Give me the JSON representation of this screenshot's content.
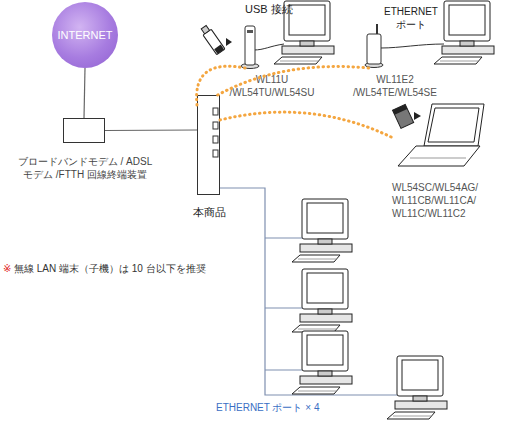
{
  "diagram": {
    "nodes": [
      {
        "text": [
          "INTERNET"
        ]
      },
      {
        "text": [
          "ブロードバンドモデム / ADSL モデム /FTTH 回線終端装置"
        ]
      },
      {
        "text": [
          "本商品"
        ]
      },
      {
        "text": [
          "WL11U /WL54TU/WL54SU"
        ]
      },
      {
        "text": [
          "WL11E2 /WL54TE/WL54SE"
        ]
      },
      {
        "text": [
          "WL54SC/WL54AG/ WL11CB/WL11CA/ WL11C/WL11C2"
        ]
      }
    ],
    "edges": [
      {
        "from": 0,
        "to": 1,
        "arrow": "none"
      },
      {
        "from": 1,
        "to": 2,
        "arrow": "none"
      },
      {
        "from": 2,
        "to": 3,
        "arrow": "none"
      },
      {
        "from": 2,
        "to": 4,
        "arrow": "none"
      },
      {
        "from": 2,
        "to": 5,
        "arrow": "none"
      }
    ],
    "labels": [
      "USB 接続",
      "ETHERNET ポート",
      "※",
      "無線 LAN 端末（子機）は 10 台以下を推奨",
      "ETHERNET ポート × 4"
    ]
  }
}
